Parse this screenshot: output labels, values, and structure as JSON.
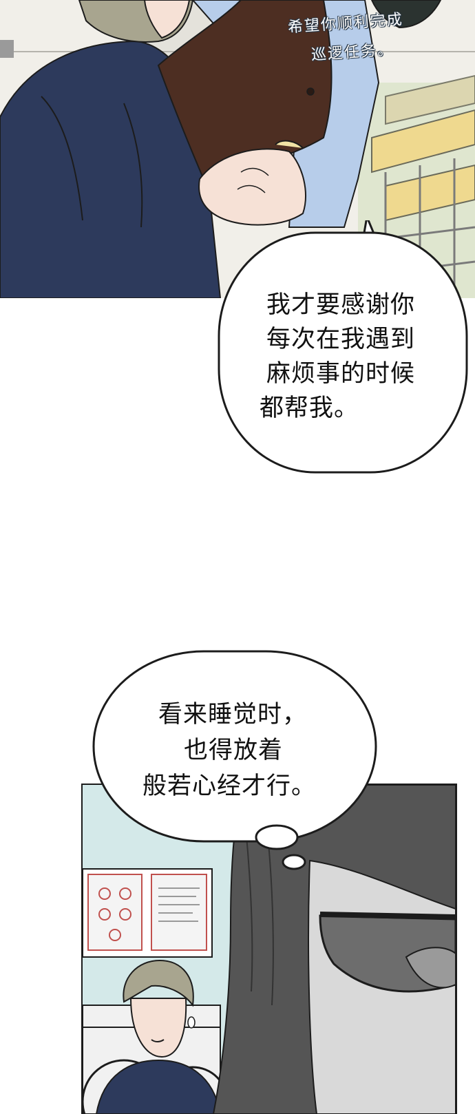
{
  "panel_top": {
    "handwritten_line1": "希望你顺利完成",
    "handwritten_line2": "巡逻任务。"
  },
  "bubble_thanks": {
    "line1": "我才要感谢你",
    "line2": "每次在我遇到",
    "line3": "麻烦事的时候",
    "line4": "都帮我。"
  },
  "bubble_thought": {
    "line1": "看来睡觉时，",
    "line2": "也得放着",
    "line3": "般若心经才行。"
  },
  "colors": {
    "ink": "#1c1c1c",
    "jacket": "#2d3a5c",
    "shirt_blue": "#b7cdea",
    "cloth_brown": "#4d2e22",
    "wall_teal": "#d4e9e9",
    "hair_dark": "#555555"
  }
}
